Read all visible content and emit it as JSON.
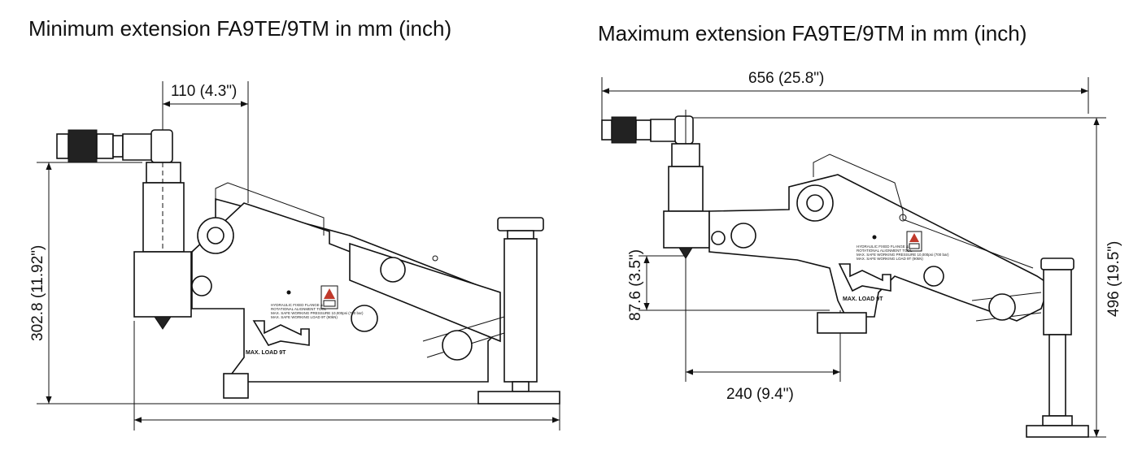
{
  "left_view": {
    "title": "Minimum extension FA9TE/9TM in mm (inch)",
    "dimensions": {
      "top_offset": "110 (4.3\")",
      "height": "302.8 (11.92\")"
    },
    "label_plate": [
      "HYDRAULIC FIXED FLANGE &",
      "ROTATIONAL ALIGNMENT TOOL",
      "MAX. SAFE WORKING PRESSURE 10,000psi (700 bar)",
      "MAX. SAFE WORKING LOAD 9T (90kN)"
    ],
    "max_load": "MAX. LOAD 9T"
  },
  "right_view": {
    "title": "Maximum extension FA9TE/9TM in mm (inch)",
    "dimensions": {
      "width": "656 (25.8\")",
      "height": "496 (19.5\")",
      "jaw_height": "87.6 (3.5\")",
      "reach": "240 (9.4\")"
    },
    "label_plate": [
      "HYDRAULIC FIXED FLANGE &",
      "ROTATIONAL ALIGNMENT TOOL",
      "MAX. SAFE WORKING PRESSURE 10,000psi (700 bar)",
      "MAX. SAFE WORKING LOAD 9T (90kN)"
    ],
    "max_load": "MAX. LOAD 9T"
  },
  "colors": {
    "warning_triangle": "#c0392b",
    "line": "#111111"
  }
}
